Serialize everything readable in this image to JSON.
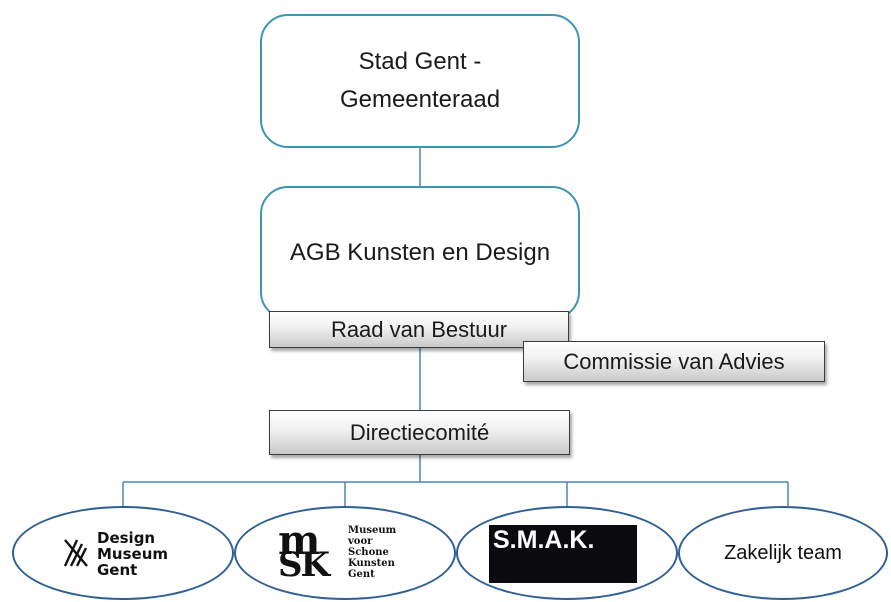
{
  "diagram": {
    "top_box": {
      "line1": "Stad Gent -",
      "line2": "Gemeenteraad"
    },
    "mid_box": {
      "label": "AGB Kunsten en Design"
    },
    "board": {
      "label": "Raad van Bestuur"
    },
    "advisory": {
      "label": "Commissie van Advies"
    },
    "management": {
      "label": "Directiecomité"
    },
    "units": [
      {
        "logo_lines": [
          "Design",
          "Museum",
          "Gent"
        ]
      },
      {
        "logo_big": [
          "m",
          "SK"
        ],
        "logo_small": [
          "Museum",
          "voor",
          "Schone",
          "Kunsten",
          "Gent"
        ]
      },
      {
        "logo_text": "S.M.A.K."
      },
      {
        "label": "Zakelijk team"
      }
    ]
  },
  "colors": {
    "rounded_box_border": "#3e95b1",
    "ellipse_border": "#2f5f93",
    "connector": "#4a86b5",
    "smak_background": "#0a0a0f"
  }
}
